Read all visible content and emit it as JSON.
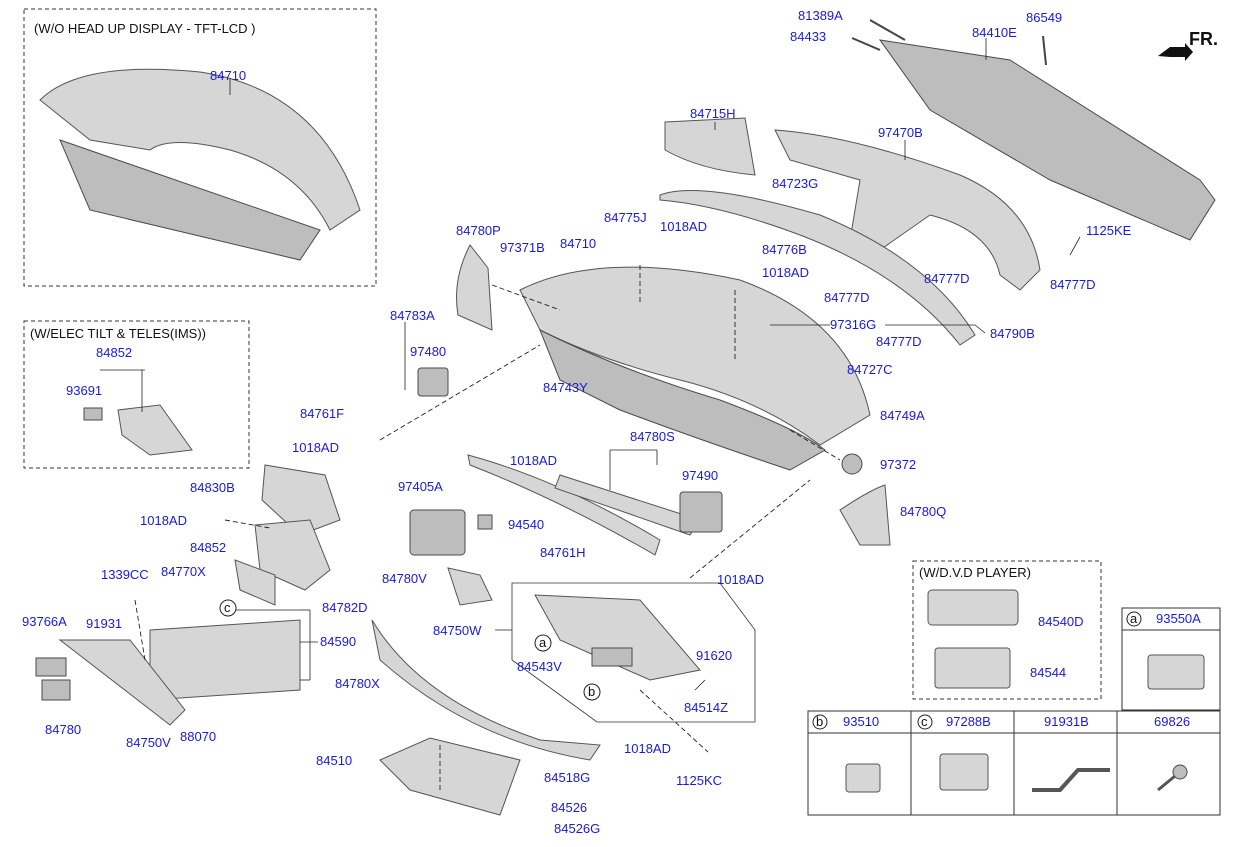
{
  "colors": {
    "label": "#1a1adb",
    "text": "#111111",
    "part_fill": "#d6d6d6",
    "part_stroke": "#555555",
    "accent_blue": "#3a62c9"
  },
  "header": {
    "direction": "FR."
  },
  "boxes": {
    "hud": "(W/O HEAD UP DISPLAY - TFT-LCD )",
    "ims": "(W/ELEC TILT & TELES(IMS))",
    "dvd": "(W/D.V.D PLAYER)"
  },
  "legend": {
    "a_letter": "a",
    "a_part": "93550A",
    "b_letter": "b",
    "b_part": "93510",
    "c_letter": "c",
    "c_part": "97288B",
    "d_part": "91931B",
    "e_part": "69826"
  },
  "callouts": {
    "a": "a",
    "b": "b",
    "c": "c"
  },
  "labels": {
    "p84710_top": "84710",
    "p81389A": "81389A",
    "p84433": "84433",
    "p84410E": "84410E",
    "p86549": "86549",
    "p84715H": "84715H",
    "p97470B": "97470B",
    "p84723G": "84723G",
    "p1125KE": "1125KE",
    "p84780P": "84780P",
    "p97371B": "97371B",
    "p84710_mid": "84710",
    "p84775J": "84775J",
    "p1018AD_a": "1018AD",
    "p84776B": "84776B",
    "p1018AD_b": "1018AD",
    "p84777D_a": "84777D",
    "p84777D_b": "84777D",
    "p84777D_c": "84777D",
    "p84777D_d": "84777D",
    "p97316G": "97316G",
    "p84790B": "84790B",
    "p84727C": "84727C",
    "p84852_ims": "84852",
    "p93691": "93691",
    "p84783A": "84783A",
    "p97480": "97480",
    "p84761F": "84761F",
    "p1018AD_c": "1018AD",
    "p84743Y": "84743Y",
    "p84749A": "84749A",
    "p84780S": "84780S",
    "p1018AD_d": "1018AD",
    "p97490": "97490",
    "p97372": "97372",
    "p84830B": "84830B",
    "p97405A": "97405A",
    "p1018AD_e": "1018AD",
    "p94540": "94540",
    "p84761H": "84761H",
    "p84780Q": "84780Q",
    "p84852": "84852",
    "p1339CC": "1339CC",
    "p84770X": "84770X",
    "p84780V": "84780V",
    "p1018AD_f": "1018AD",
    "p84782D": "84782D",
    "p93766A": "93766A",
    "p91931": "91931",
    "p84590": "84590",
    "p84750W": "84750W",
    "p91620": "91620",
    "p84543V": "84543V",
    "p84780X": "84780X",
    "p84514Z": "84514Z",
    "p84780": "84780",
    "p84750V": "84750V",
    "p88070": "88070",
    "p1018AD_g": "1018AD",
    "p84510": "84510",
    "p84518G": "84518G",
    "p1125KC": "1125KC",
    "p84526": "84526",
    "p84526G": "84526G",
    "p84540D": "84540D",
    "p84544": "84544"
  }
}
